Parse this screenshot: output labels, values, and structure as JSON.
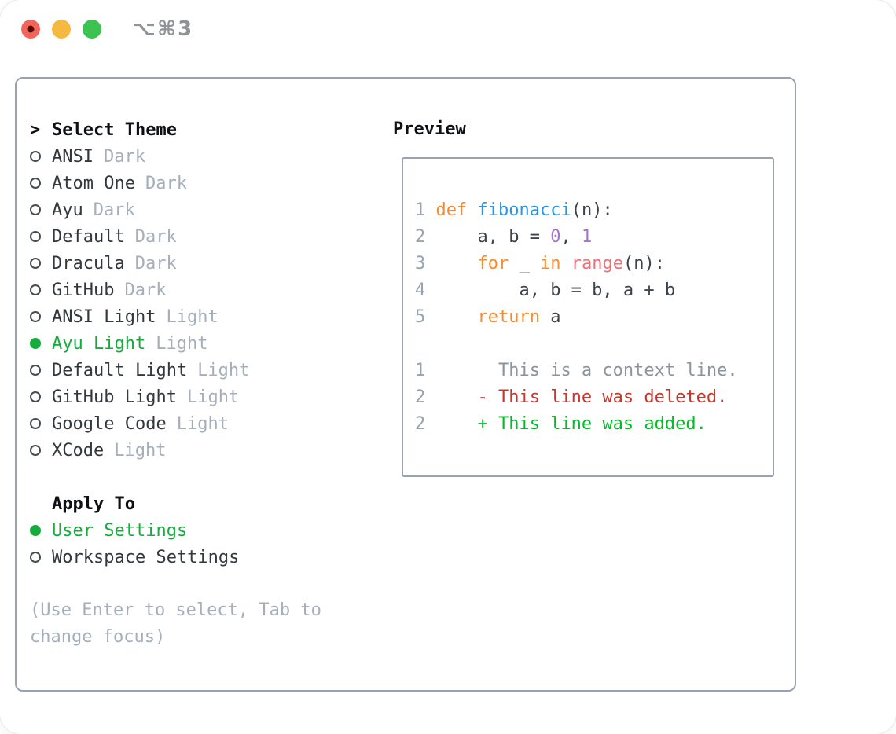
{
  "window": {
    "title": "⌥⌘3",
    "traffic_lights": [
      "close",
      "minimize",
      "zoom"
    ]
  },
  "theme_picker": {
    "header": {
      "prefix": ">",
      "label": "Select Theme"
    },
    "themes": [
      {
        "name": "ANSI",
        "variant": "Dark",
        "selected": false
      },
      {
        "name": "Atom One",
        "variant": "Dark",
        "selected": false
      },
      {
        "name": "Ayu",
        "variant": "Dark",
        "selected": false
      },
      {
        "name": "Default",
        "variant": "Dark",
        "selected": false
      },
      {
        "name": "Dracula",
        "variant": "Dark",
        "selected": false
      },
      {
        "name": "GitHub",
        "variant": "Dark",
        "selected": false
      },
      {
        "name": "ANSI Light",
        "variant": "Light",
        "selected": false
      },
      {
        "name": "Ayu Light",
        "variant": "Light",
        "selected": true
      },
      {
        "name": "Default Light",
        "variant": "Light",
        "selected": false
      },
      {
        "name": "GitHub Light",
        "variant": "Light",
        "selected": false
      },
      {
        "name": "Google Code",
        "variant": "Light",
        "selected": false
      },
      {
        "name": "XCode",
        "variant": "Light",
        "selected": false
      }
    ],
    "apply_to": {
      "header": "Apply To",
      "options": [
        {
          "label": "User Settings",
          "selected": true
        },
        {
          "label": "Workspace Settings",
          "selected": false
        }
      ]
    },
    "hint": "(Use Enter to select, Tab to change focus)"
  },
  "preview": {
    "header": "Preview",
    "code_lines": [
      {
        "num": "1",
        "tokens": [
          {
            "t": "def",
            "c": "keyword"
          },
          {
            "t": " "
          },
          {
            "t": "fibonacci",
            "c": "function"
          },
          {
            "t": "(n):"
          }
        ]
      },
      {
        "num": "2",
        "tokens": [
          {
            "t": "    a, b = "
          },
          {
            "t": "0",
            "c": "number"
          },
          {
            "t": ", "
          },
          {
            "t": "1",
            "c": "number"
          }
        ]
      },
      {
        "num": "3",
        "tokens": [
          {
            "t": "    "
          },
          {
            "t": "for",
            "c": "keyword"
          },
          {
            "t": " _ "
          },
          {
            "t": "in",
            "c": "keyword"
          },
          {
            "t": " "
          },
          {
            "t": "range",
            "c": "builtin"
          },
          {
            "t": "(n):"
          }
        ]
      },
      {
        "num": "4",
        "tokens": [
          {
            "t": "        a, b = b, a + b"
          }
        ]
      },
      {
        "num": "5",
        "tokens": [
          {
            "t": "    "
          },
          {
            "t": "return",
            "c": "keyword"
          },
          {
            "t": " a"
          }
        ]
      },
      {
        "num": "",
        "tokens": []
      },
      {
        "num": "1",
        "tokens": [
          {
            "t": "      This is a context line.",
            "c": "context"
          }
        ]
      },
      {
        "num": "2",
        "tokens": [
          {
            "t": "    - This line was deleted.",
            "c": "deleted"
          }
        ]
      },
      {
        "num": "2",
        "tokens": [
          {
            "t": "    + This line was added.",
            "c": "added"
          }
        ]
      }
    ]
  },
  "colors": {
    "keyword_orange": "#F98C2F",
    "function_blue": "#2496EC",
    "number_purple": "#A374CE",
    "builtin_coral": "#F07171",
    "deleted_red": "#CB352A",
    "added_green": "#02BE26",
    "selected_green": "#16AC3D",
    "variant_gray": "#A5AFBC",
    "traffic_red": "#F2655C",
    "traffic_yellow": "#F5B841",
    "traffic_green": "#3BC24F"
  }
}
